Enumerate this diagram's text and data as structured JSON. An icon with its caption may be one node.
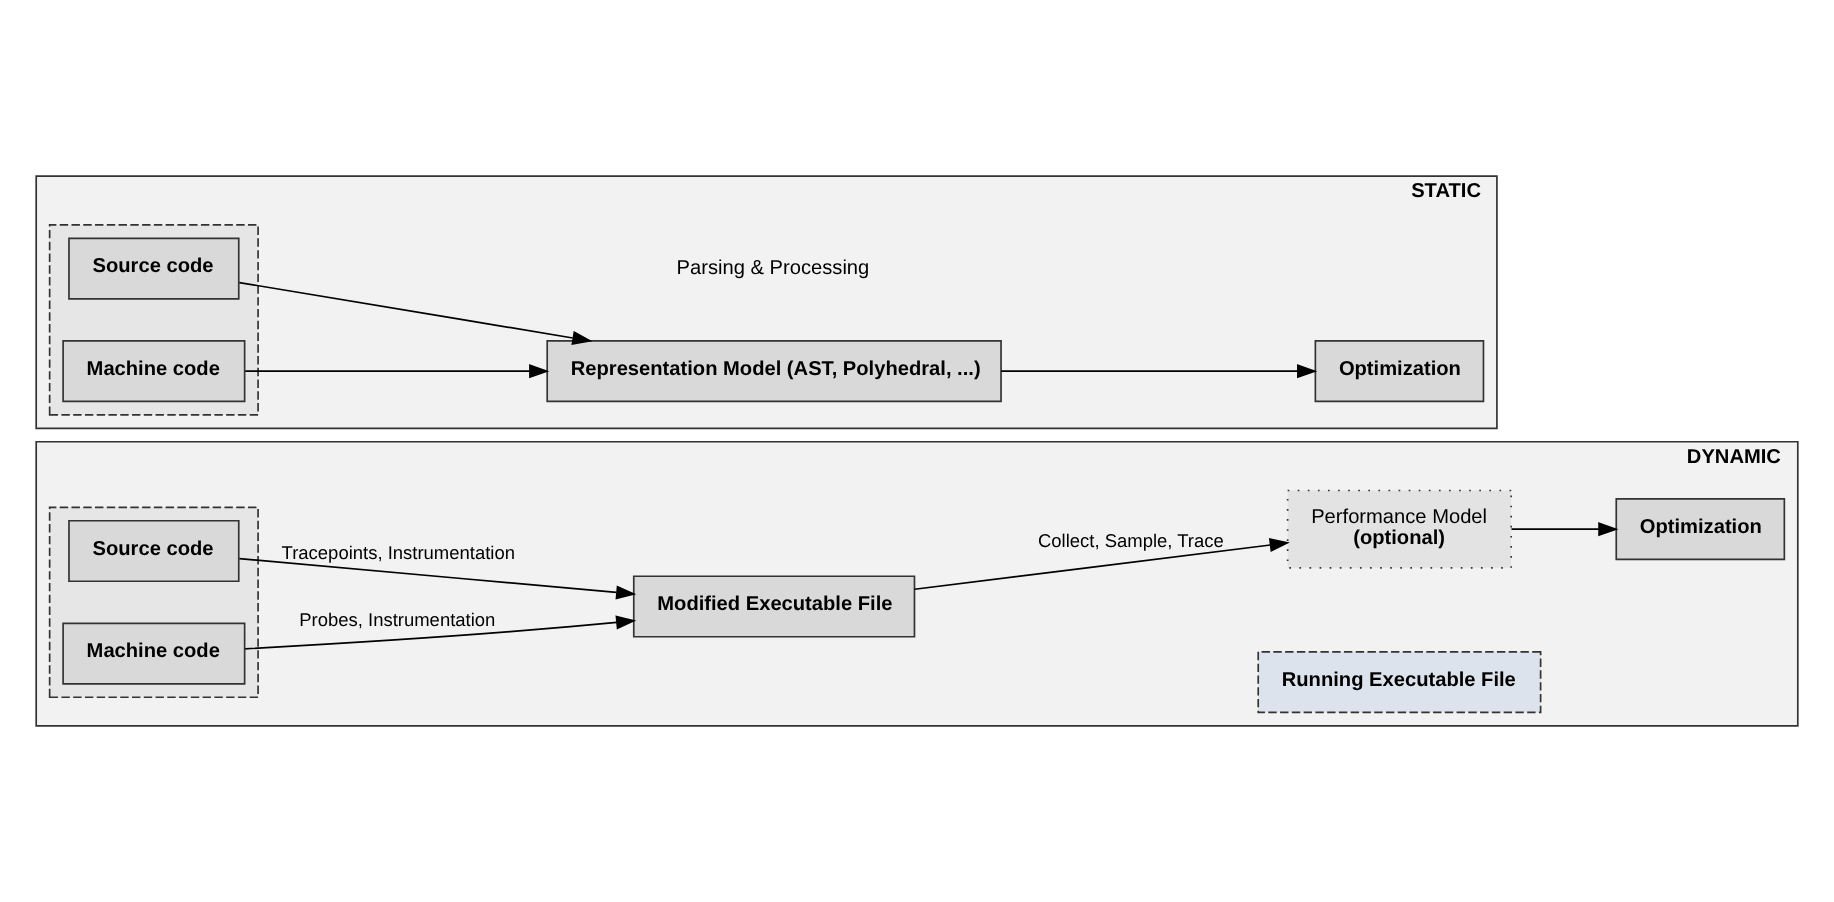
{
  "diagram": {
    "nodes": [
      {
        "text": [
          "STATIC"
        ]
      },
      {
        "text": [],
        "shape": "box",
        "in": 0
      },
      {
        "text": [
          "Source code"
        ],
        "in": 1
      },
      {
        "text": [
          "Machine code"
        ],
        "in": 1
      },
      {
        "text": [
          "Representation Model (AST, Polyhedral, ...)"
        ],
        "in": 0
      },
      {
        "text": [
          "Optimization"
        ],
        "in": 0
      },
      {
        "text": [
          "DYNAMIC"
        ]
      },
      {
        "text": [],
        "shape": "box",
        "in": 6
      },
      {
        "text": [
          "Source code"
        ],
        "in": 7
      },
      {
        "text": [
          "Machine code"
        ],
        "in": 7
      },
      {
        "text": [
          "Modified Executable File"
        ],
        "in": 6
      },
      {
        "text": [
          "Running Executable File"
        ],
        "in": 6
      },
      {
        "text": [
          "Performance Model",
          "(optional)"
        ],
        "in": 6
      },
      {
        "text": [
          "Optimization"
        ],
        "in": 6
      }
    ],
    "edges": [
      {
        "from": 2,
        "to": 4,
        "arrow": "to"
      },
      {
        "from": 3,
        "to": 4,
        "arrow": "to"
      },
      {
        "from": 4,
        "to": 5,
        "arrow": "to"
      },
      {
        "from": 8,
        "to": 10,
        "arrow": "to",
        "label": "Tracepoints, Instrumentation"
      },
      {
        "from": 9,
        "to": 10,
        "arrow": "to",
        "label": "Probes, Instrumentation"
      },
      {
        "from": 10,
        "to": 12,
        "arrow": "to",
        "label": "Collect, Sample, Trace"
      },
      {
        "from": 12,
        "to": 13,
        "arrow": "to"
      }
    ],
    "labels": [
      "Parsing & Processing"
    ]
  }
}
